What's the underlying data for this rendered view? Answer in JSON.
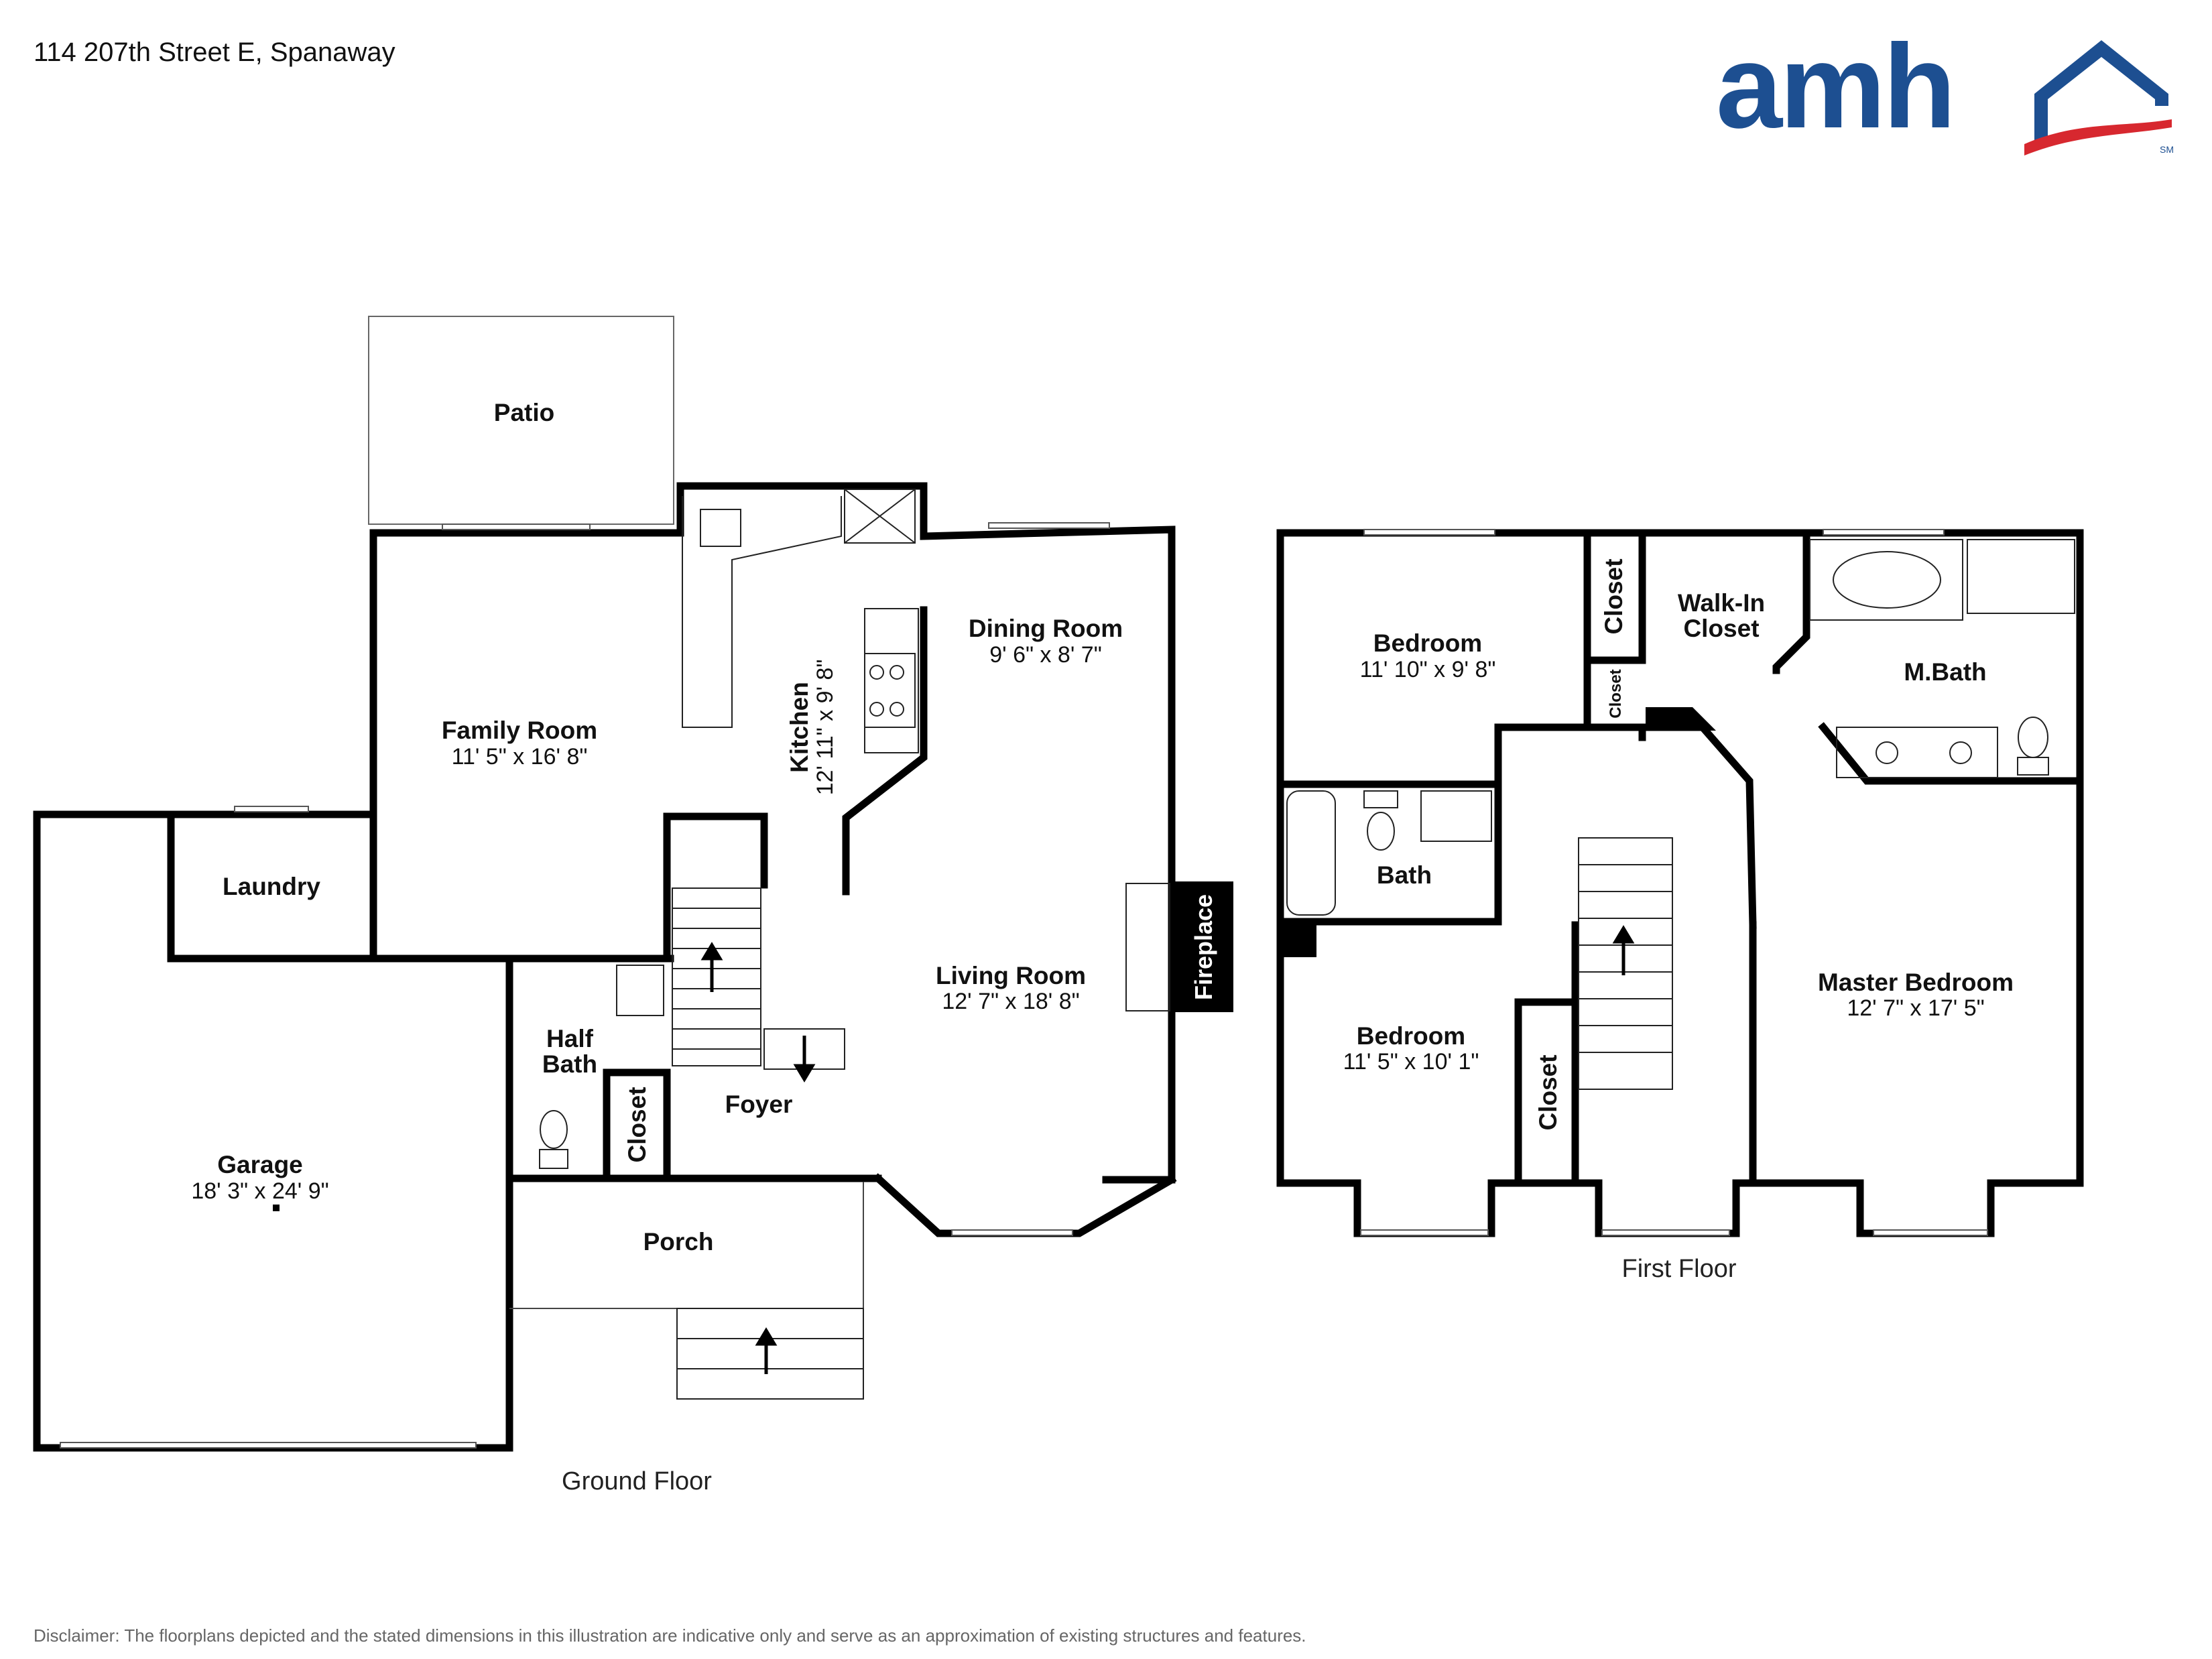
{
  "header": {
    "address": "114 207th Street E, Spanaway"
  },
  "logo": {
    "text": "amh",
    "mark": "SM",
    "color_blue": "#1d4f91",
    "color_red": "#d7282f"
  },
  "floors": [
    {
      "name": "Ground Floor",
      "rooms": {
        "patio": {
          "name": "Patio"
        },
        "family_room": {
          "name": "Family Room",
          "dims": "11' 5\" x 16' 8\""
        },
        "kitchen": {
          "name": "Kitchen",
          "dims": "12' 11\" x 9' 8\""
        },
        "dining_room": {
          "name": "Dining Room",
          "dims": "9' 6\" x 8' 7\""
        },
        "laundry": {
          "name": "Laundry"
        },
        "living_room": {
          "name": "Living Room",
          "dims": "12' 7\" x 18' 8\""
        },
        "fireplace": {
          "name": "Fireplace"
        },
        "half_bath": {
          "name": "Half Bath",
          "line1": "Half",
          "line2": "Bath"
        },
        "closet": {
          "name": "Closet"
        },
        "foyer": {
          "name": "Foyer"
        },
        "garage": {
          "name": "Garage",
          "dims": "18' 3\" x 24' 9\""
        },
        "porch": {
          "name": "Porch"
        }
      }
    },
    {
      "name": "First Floor",
      "rooms": {
        "bedroom_1": {
          "name": "Bedroom",
          "dims": "11' 10\" x 9' 8\""
        },
        "closet_1": {
          "name": "Closet"
        },
        "closet_2": {
          "name": "Closet"
        },
        "walk_in_closet": {
          "name": "Walk-In Closet",
          "line1": "Walk-In",
          "line2": "Closet"
        },
        "mbath": {
          "name": "M.Bath"
        },
        "bath": {
          "name": "Bath"
        },
        "bedroom_2": {
          "name": "Bedroom",
          "dims": "11' 5\" x 10' 1\""
        },
        "closet_3": {
          "name": "Closet"
        },
        "master_bedroom": {
          "name": "Master Bedroom",
          "dims": "12' 7\" x 17' 5\""
        }
      }
    }
  ],
  "disclaimer": "Disclaimer: The floorplans depicted and the stated dimensions in this illustration are indicative only and serve as an approximation of existing structures and features."
}
